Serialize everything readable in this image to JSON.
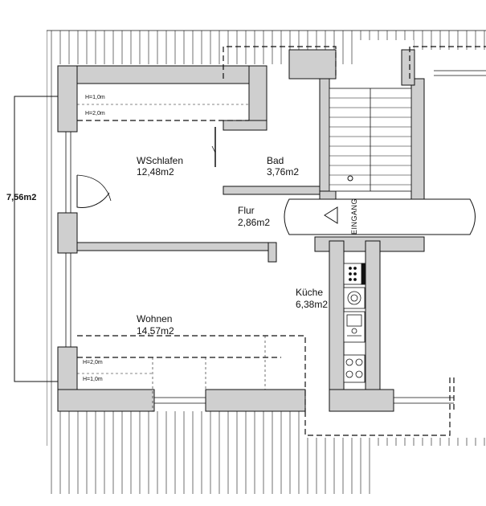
{
  "colors": {
    "wall": "#cfcfcf",
    "line": "#111111",
    "background": "#ffffff"
  },
  "side_area": "7,56m2",
  "rooms": {
    "schlafen": {
      "name": "WSchlafen",
      "area": "12,48m2"
    },
    "bad": {
      "name": "Bad",
      "area": "3,76m2"
    },
    "flur": {
      "name": "Flur",
      "area": "2,86m2"
    },
    "kueche": {
      "name": "Küche",
      "area": "6,38m2"
    },
    "wohnen": {
      "name": "Wohnen",
      "area": "14,57m2"
    }
  },
  "heights": {
    "top_h1": "H=1,0m",
    "top_h2": "H=2,0m",
    "bottom_h2": "H=2,0m",
    "bottom_h1": "H=1,0m"
  },
  "entrance_label": "EINGANG",
  "icons": {
    "stove": "stove-icon",
    "sink": "sink-icon",
    "door_swing": "door-swing-icon",
    "entrance_arrow": "entrance-arrow-icon"
  }
}
